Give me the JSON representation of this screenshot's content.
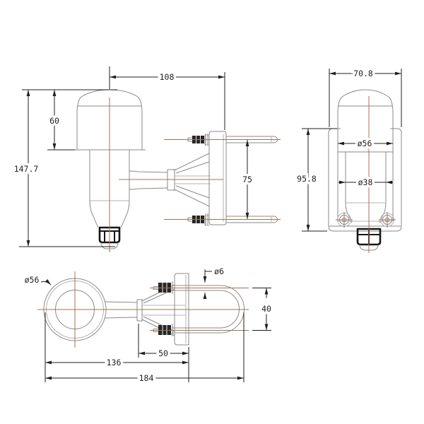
{
  "drawing": {
    "colors": {
      "background": "#ffffff",
      "part_outline": "#8a8a8a",
      "dimension": "#1f1f1f",
      "centerline": "#a86f58",
      "heavy_detail": "#161616"
    },
    "views": {
      "side": {
        "dims": {
          "width": "108",
          "dome_height": "60",
          "total_height": "147.7",
          "ubolt_spacing": "75"
        }
      },
      "front": {
        "dims": {
          "bracket_width": "70.8",
          "bracket_height": "95.8",
          "dome_diameter": "ø56",
          "body_diameter": "ø38"
        }
      },
      "top": {
        "dims": {
          "dome_diameter": "ø56",
          "bolt_diameter": "ø6",
          "ubolt_spread": "40",
          "flange_offset": "50",
          "length_to_plate": "136",
          "overall_length": "184"
        }
      }
    }
  }
}
